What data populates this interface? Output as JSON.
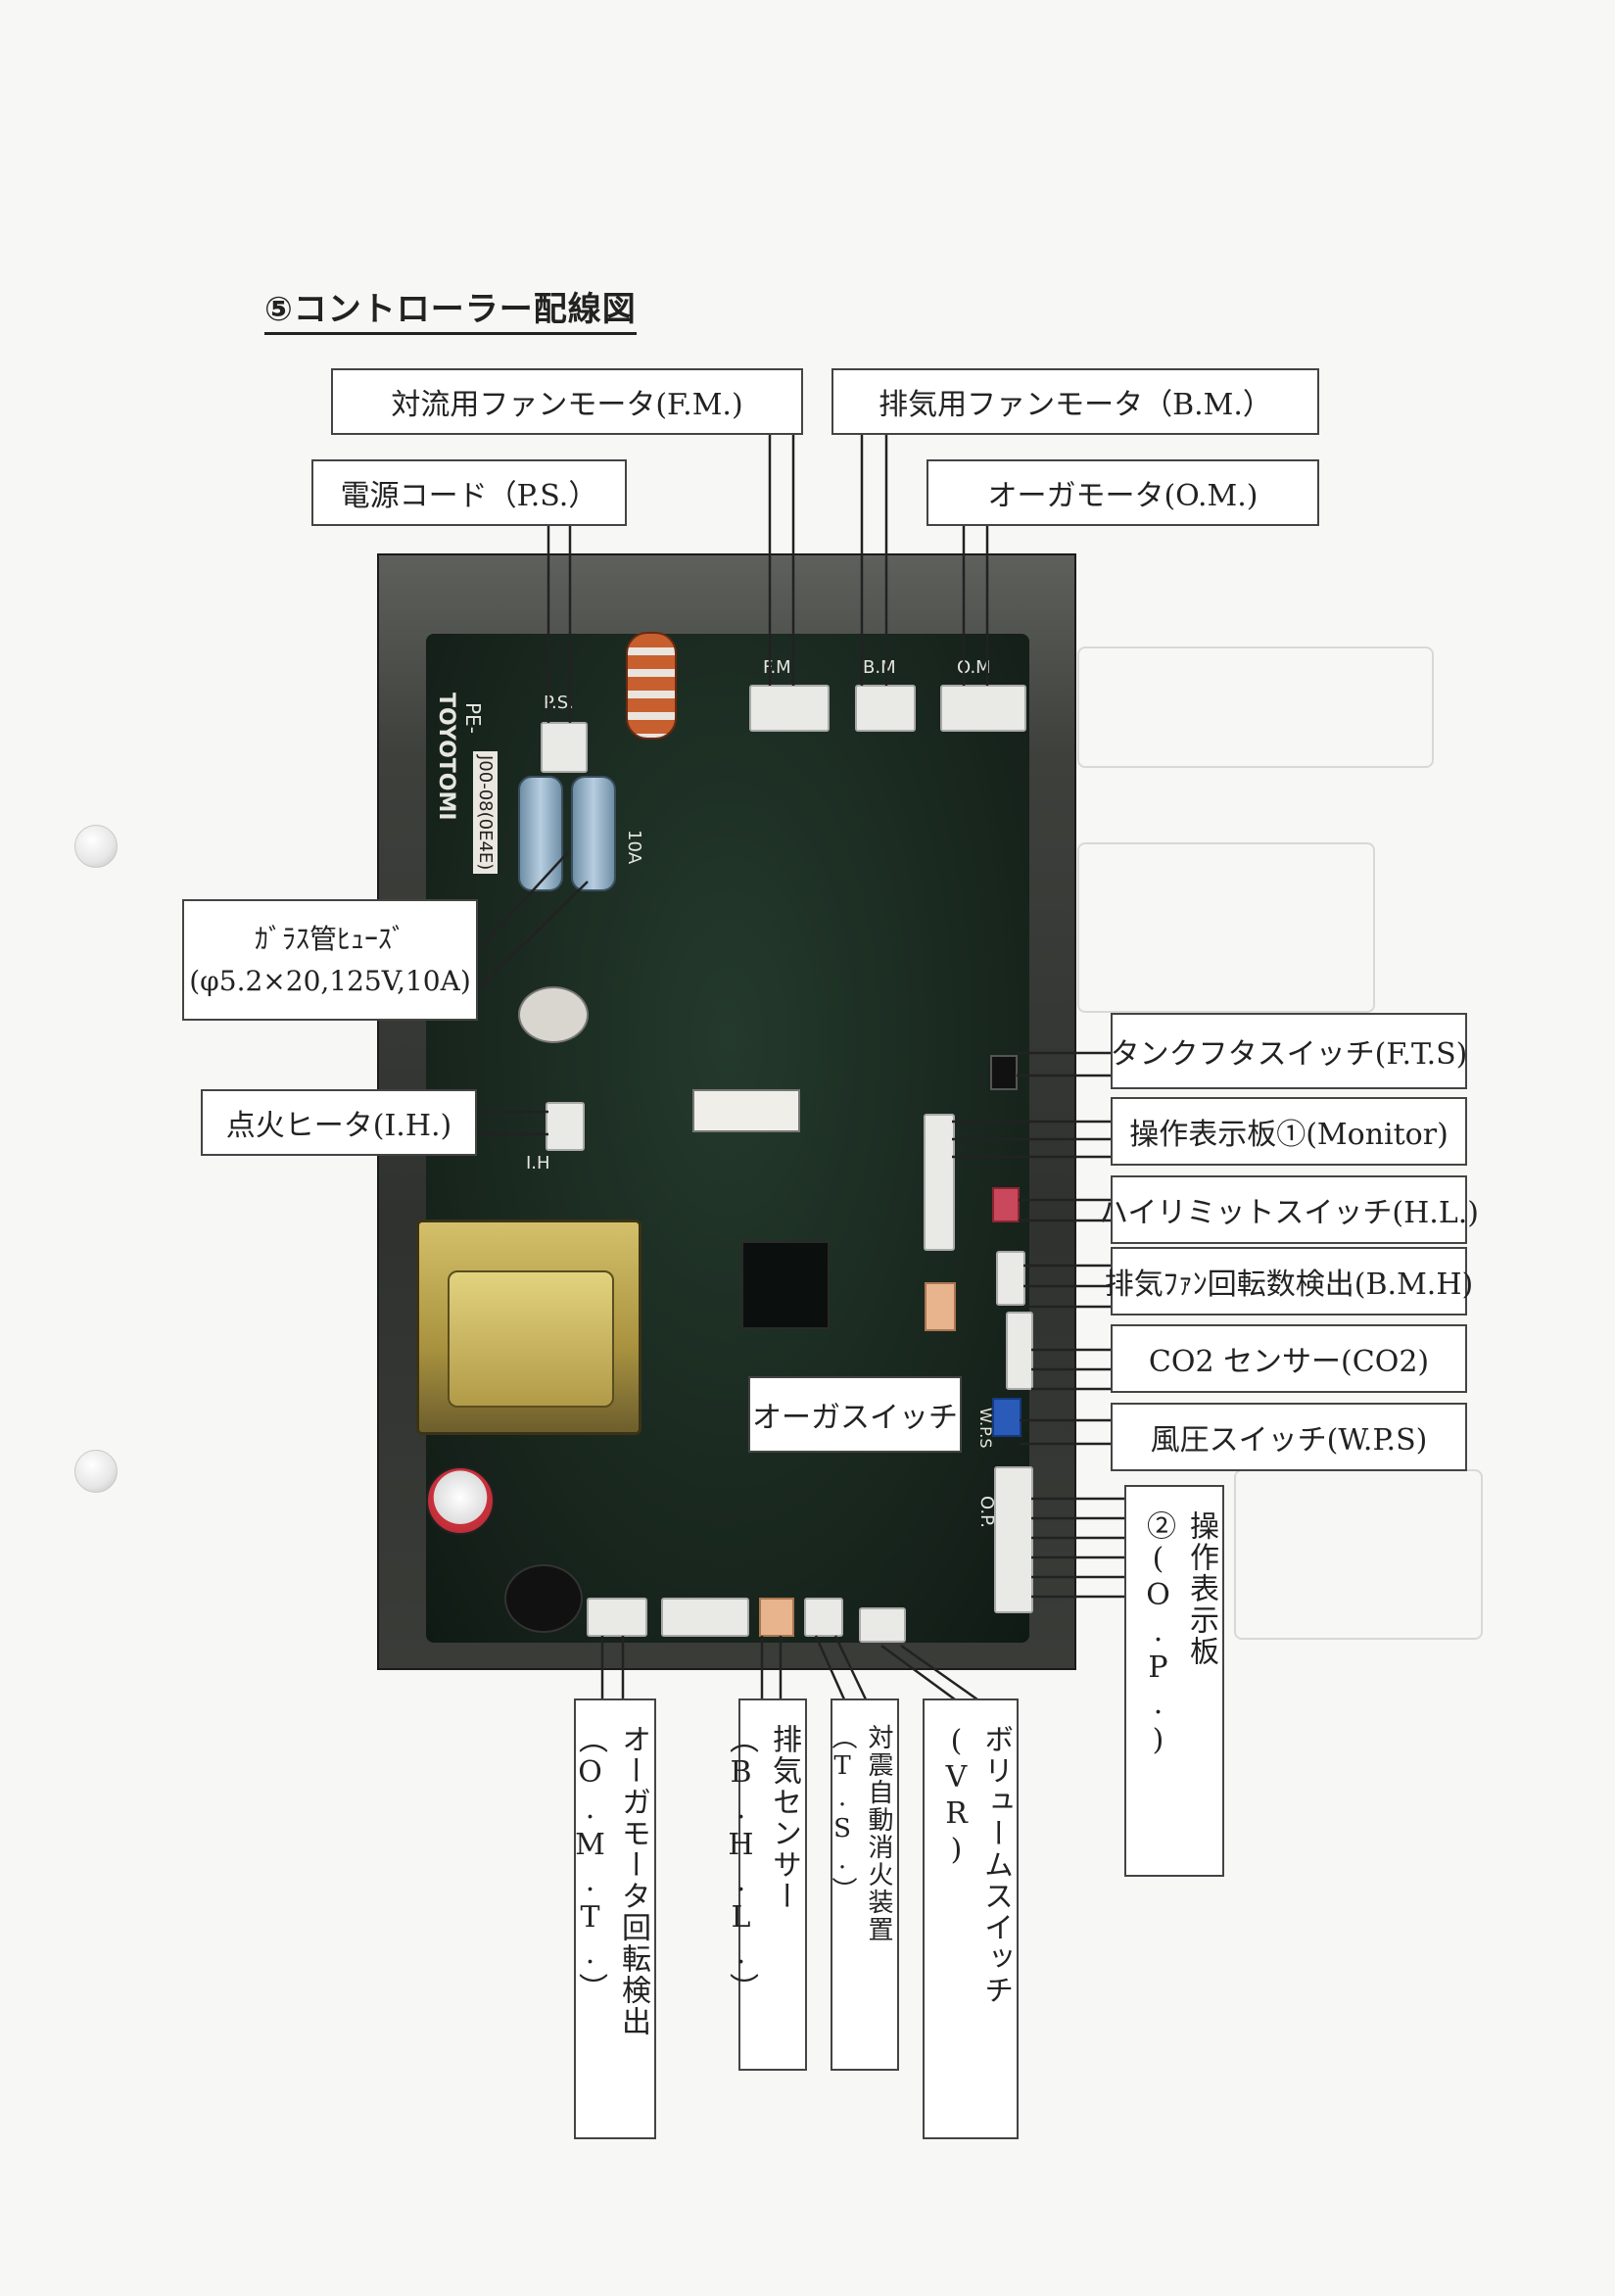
{
  "title": "⑤コントローラー配線図",
  "labels": {
    "fm": "対流用ファンモータ(F.M.)",
    "bm": "排気用ファンモータ（B.M.）",
    "ps": "電源コード（P.S.）",
    "om": "オーガモータ(O.M.)",
    "fuse_line1": "ｶﾞﾗｽ管ﾋｭｰｽﾞ",
    "fuse_line2": "(φ5.2×20,125V,10A)",
    "ih": "点火ヒータ(I.H.)",
    "fts": "タンクフタスイッチ(F.T.S)",
    "monitor": "操作表示板①(Monitor)",
    "hl": "ハイリミットスイッチ(H.L.)",
    "bmh": "排気ﾌｧﾝ回転数検出(B.M.H)",
    "co2": "CO2 センサー(CO2)",
    "auger_switch": "オーガスイッチ",
    "wps": "風圧スイッチ(W.P.S)",
    "op": "操作表示板②(O.P.)",
    "omt": "オーガモータ回転検出（O.M.T.）",
    "bhl": "排気センサー（B.H.L.）",
    "ts": "対震自動消火装置（T.S.）",
    "vr": "ボリュームスイッチ(VR)"
  },
  "board_text": {
    "brand": "TOYOTOMI",
    "model": "PE-",
    "part_no": "J00-08(0E4E)",
    "ps": "P.S.",
    "fm": "F.M",
    "bm": "B.M",
    "om": "O.M",
    "fuse": "10A",
    "ih": "I.H",
    "op": "O.P.",
    "wps": "W.P.S"
  }
}
